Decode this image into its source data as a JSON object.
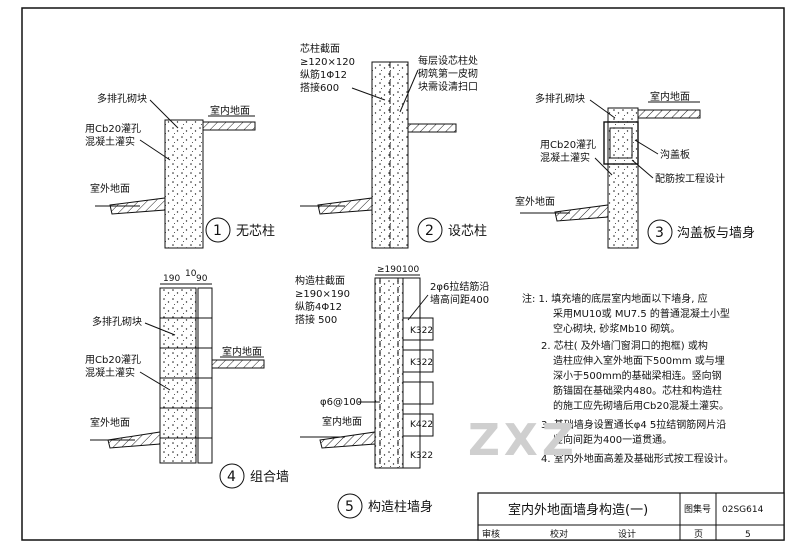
{
  "details": {
    "d1": {
      "caption": "无芯柱",
      "number": "1",
      "block_label": "多排孔砌块",
      "indoor_label": "室内地面",
      "grout_label": [
        "用Cb20灌孔",
        "混凝土灌实"
      ],
      "outdoor_label": "室外地面"
    },
    "d2": {
      "caption": "设芯柱",
      "number": "2",
      "core_spec": [
        "芯柱截面",
        "≥120×120",
        "纵筋1Φ12",
        "搭接600"
      ],
      "cleanout_note": [
        "每层设芯柱处",
        "砌筑第一皮砌",
        "块需设清扫口"
      ]
    },
    "d3": {
      "caption": "沟盖板与墙身",
      "number": "3",
      "block_label": "多排孔砌块",
      "indoor_label": "室内地面",
      "grout_label": [
        "用Cb20灌孔",
        "混凝土灌实"
      ],
      "cover_label": "沟盖板",
      "rebar_label": "配筋按工程设计",
      "outdoor_label": "室外地面"
    },
    "d4": {
      "caption": "组合墙",
      "number": "4",
      "dims": [
        "190",
        "10",
        "90"
      ],
      "block_label": "多排孔砌块",
      "indoor_label": "室内地面",
      "grout_label": [
        "用Cb20灌孔",
        "混凝土灌实"
      ],
      "outdoor_label": "室外地面"
    },
    "d5": {
      "caption": "构造柱墙身",
      "number": "5",
      "column_spec": [
        "构造柱截面",
        "≥190×190",
        "纵筋4Φ12",
        "搭接 500"
      ],
      "dims": [
        "≥190",
        "100"
      ],
      "tie_note": [
        "2φ6拉结筋沿",
        "墙高间距400"
      ],
      "stirrup": "φ6@100",
      "beams": [
        "K322",
        "K322",
        "K422",
        "K322"
      ],
      "indoor_label": "室内地面",
      "outdoor_label": "室外地面"
    }
  },
  "notes": {
    "lines": [
      "注: 1. 填充墙的底层室内地面以下墙身, 应",
      "采用MU10或 MU7.5 的普通混凝土小型",
      "空心砌块, 砂浆Mb10 砌筑。",
      "2. 芯柱( 及外墙门窗洞口的抱框) 或构",
      "造柱应伸入室外地面下500mm 或与埋",
      "深小于500mm的基础梁相连。竖向钢",
      "筋锚固在基础梁内480。芯柱和构造柱",
      "的施工应先砌墙后用Cb20混凝土灌实。",
      "3. 基础墙身设置通长φ4 5拉结钢筋网片沿",
      "竖向间距为400一道贯通。",
      "4. 室内外地面高差及基础形式按工程设计。"
    ]
  },
  "watermark": "ZXZ",
  "title_block": {
    "title": "室内外地面墙身构造(一)",
    "atlas_label": "图集号",
    "atlas_no": "02SG614",
    "review_label": "审核",
    "check_label": "校对",
    "design_label": "设计",
    "page_label": "页",
    "page_no": "5"
  }
}
